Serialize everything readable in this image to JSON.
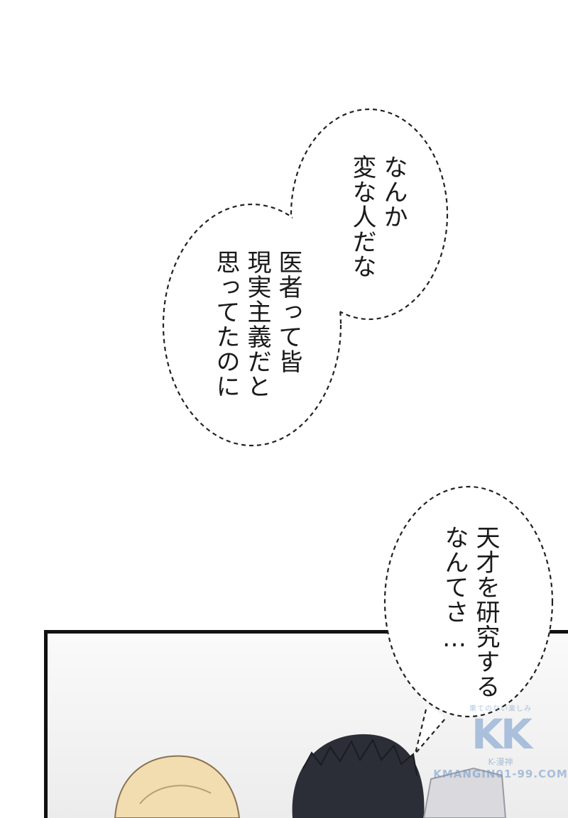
{
  "bubbles": {
    "first": {
      "lines": [
        "なんか",
        "変な人だな"
      ]
    },
    "second": {
      "lines": [
        "医者って皆",
        "現実主義だと",
        "思ってたのに"
      ]
    },
    "third": {
      "lines": [
        "天才を研究する",
        "なんてさ…"
      ]
    }
  },
  "watermark": {
    "tagline": "果てのない楽しみ",
    "logo": "KK",
    "sub": "K-漫神",
    "url": "KMANGIN01-99.COM"
  }
}
